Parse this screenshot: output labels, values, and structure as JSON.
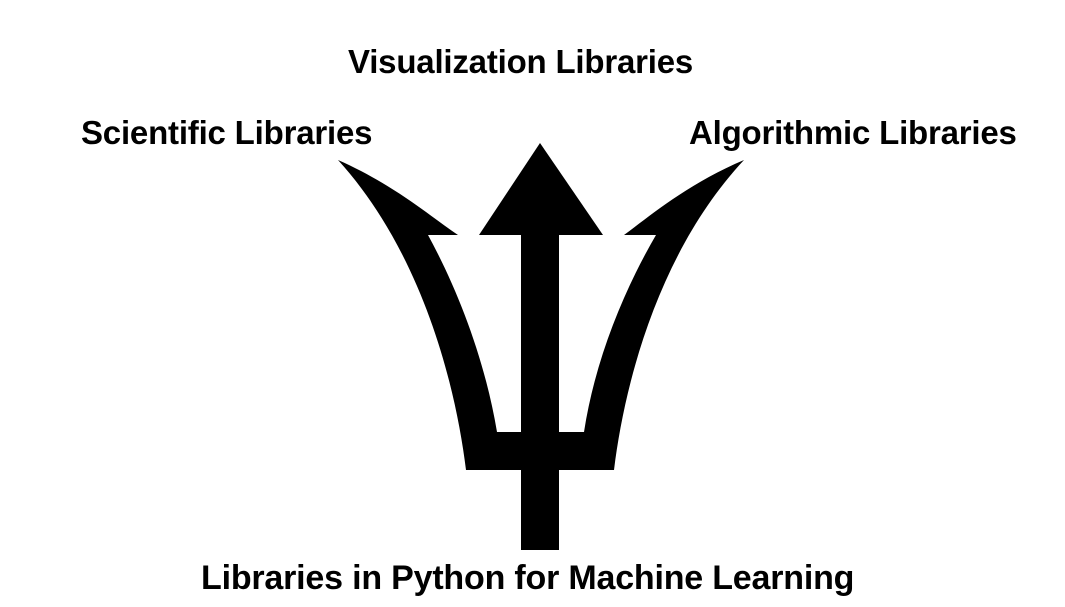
{
  "diagram": {
    "top_label": "Visualization Libraries",
    "left_label": "Scientific Libraries",
    "right_label": "Algorithmic Libraries",
    "bottom_label": "Libraries in Python for Machine Learning",
    "symbol": "trident-icon",
    "colors": {
      "ink": "#000000",
      "background": "#ffffff"
    }
  }
}
